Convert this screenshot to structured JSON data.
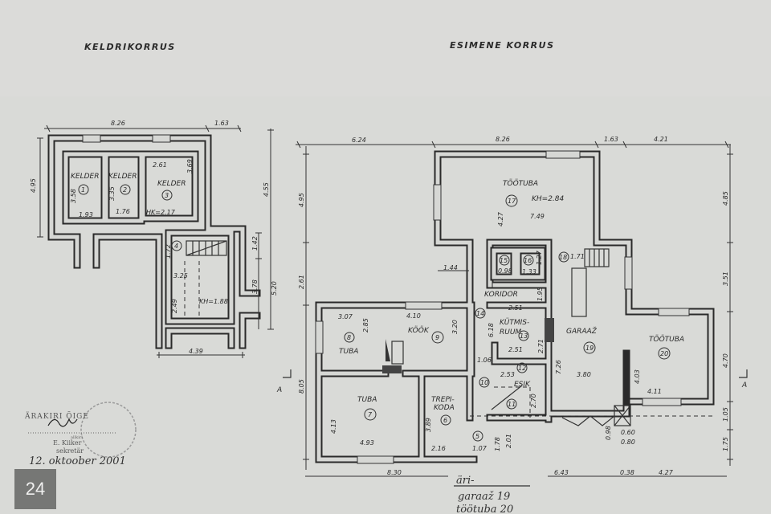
{
  "titles": {
    "basement": "KELDRIKORRUS",
    "ground": "ESIMENE KORRUS"
  },
  "basement": {
    "dims": {
      "top_a": "8.26",
      "top_b": "1.63",
      "left": "4.95",
      "right_a": "4.55",
      "right_b": "1.42",
      "right_c": "3.78",
      "right_d": "5.20",
      "bottom": "4.39"
    },
    "rooms": {
      "r1": {
        "num": "1",
        "name": "KELDER",
        "d1": "3.58",
        "d2": "1.93"
      },
      "r2": {
        "num": "2",
        "name": "KELDER",
        "d1": "3.35",
        "d2": "1.76"
      },
      "r3": {
        "num": "3",
        "name": "KELDER",
        "d1": "2.61",
        "d2": "3.69",
        "extra": "HK=2.17"
      },
      "r4": {
        "num": "4",
        "d1": "1.72",
        "d2": "3.25",
        "d3": "2.49",
        "extra": "KH=1.88"
      }
    }
  },
  "ground": {
    "dims": {
      "top": [
        "6.24",
        "8.26",
        "1.63",
        "4.21"
      ],
      "left": [
        "4.95",
        "2.61",
        "8.05"
      ],
      "right": [
        "4.85",
        "3.51",
        "4.70",
        "1.05",
        "1.75"
      ],
      "bottom": [
        "8.30",
        "6.43",
        "0.38",
        "4.27"
      ],
      "corr": "1.44"
    },
    "rooms": {
      "r5": {
        "num": "5",
        "d1": "1.07",
        "d2": "1.78"
      },
      "r6": {
        "num": "6",
        "name1": "TREPI-",
        "name2": "KODA",
        "d1": "3.89",
        "d2": "2.16"
      },
      "r7": {
        "num": "7",
        "name": "TUBA",
        "d1": "4.13",
        "d2": "4.93"
      },
      "r8": {
        "num": "8",
        "name": "TUBA",
        "d1": "3.07",
        "d2": "2.85"
      },
      "r9": {
        "num": "9",
        "name": "KÖÖK",
        "d1": "4.10",
        "d2": "3.20"
      },
      "r10": {
        "num": "10",
        "d1": "1.06"
      },
      "r11": {
        "num": "11",
        "d1": "2.01"
      },
      "r12": {
        "num": "12",
        "name": "ESIK",
        "d1": "2.53",
        "d2": "2.70"
      },
      "r13": {
        "num": "13",
        "name1": "KÜTMIS-",
        "name2": "RUUM",
        "d1": "2.51",
        "d2": "2.71"
      },
      "r14": {
        "num": "14",
        "name": "KORIDOR",
        "d1": "2.51",
        "d2": "6.18",
        "d3": "1.95"
      },
      "r15": {
        "num": "15",
        "d1": "0.98"
      },
      "r16": {
        "num": "16",
        "d1": "1.33",
        "d2": "1.27"
      },
      "r17": {
        "num": "17",
        "name": "TÖÖTUBA",
        "extra": "KH=2.84",
        "d1": "4.27",
        "d2": "7.49"
      },
      "r18": {
        "num": "18",
        "d1": "1.71"
      },
      "r19": {
        "num": "19",
        "name": "GARAAŽ",
        "d1": "7.26",
        "d2": "3.80"
      },
      "r20": {
        "num": "20",
        "name": "TÖÖTUBA",
        "d1": "4.03",
        "d2": "4.11"
      }
    },
    "misc": {
      "a": "0.98",
      "b": "0.60",
      "c": "0.80"
    },
    "section": "A"
  },
  "stamp": {
    "title": "ÄRAKIRI ÕIGE",
    "sign_caption": "allkiri",
    "name": "E. Kiiker",
    "role": "sekretär",
    "date": "12. oktoober 2001"
  },
  "note": {
    "line1": "äri-",
    "line2": "garaaž 19",
    "line3": "töötuba 20"
  },
  "badge": "24"
}
